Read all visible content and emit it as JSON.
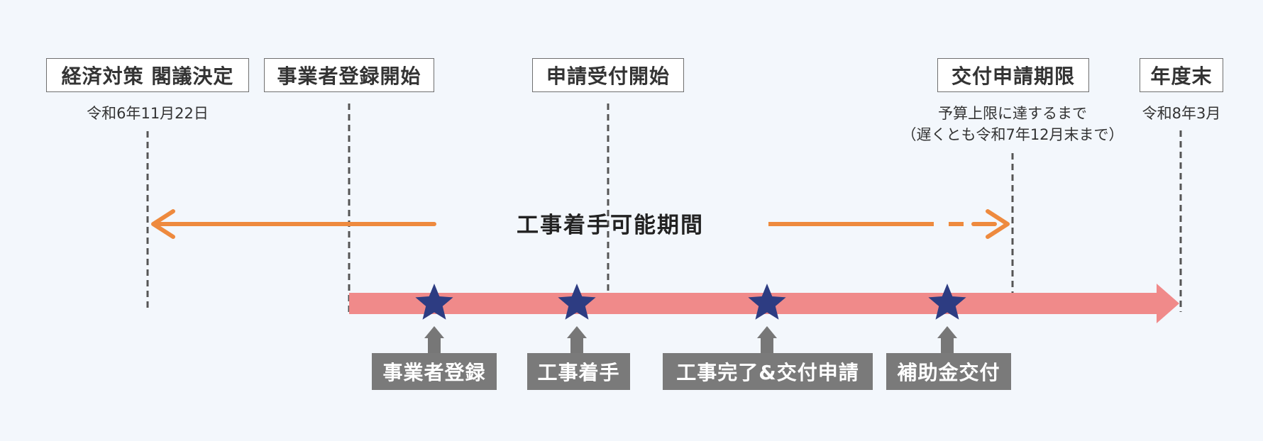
{
  "milestones": [
    {
      "key": "cabinet",
      "label": "経済対策 閣議決定",
      "note": [
        "令和6年11月22日"
      ]
    },
    {
      "key": "registration_start",
      "label": "事業者登録開始",
      "note": []
    },
    {
      "key": "application_start",
      "label": "申請受付開始",
      "note": []
    },
    {
      "key": "application_deadline",
      "label": "交付申請期限",
      "note": [
        "予算上限に達するまで",
        "（遅くとも令和7年12月末まで）"
      ]
    },
    {
      "key": "fiscal_year_end",
      "label": "年度末",
      "note": [
        "令和8年3月"
      ]
    }
  ],
  "period_label": "工事着手可能期間",
  "steps": [
    {
      "label": "事業者登録"
    },
    {
      "label": "工事着手"
    },
    {
      "label": "工事完了&交付申請"
    },
    {
      "label": "補助金交付"
    }
  ],
  "colors": {
    "background": "#f3f7fc",
    "period_arrow": "#ee8a3e",
    "timeline_bar": "#f08a8a",
    "star": "#2d3c82",
    "step_box": "#7a7a7a",
    "step_arrow": "#777777",
    "dashed_line": "#555555",
    "box_border": "#6f6f6f"
  },
  "icons": {
    "step_marker": "star-icon",
    "period_arrow_left": "arrow-left-icon",
    "period_arrow_right": "arrow-right-icon",
    "step_pointer": "arrow-up-icon"
  }
}
